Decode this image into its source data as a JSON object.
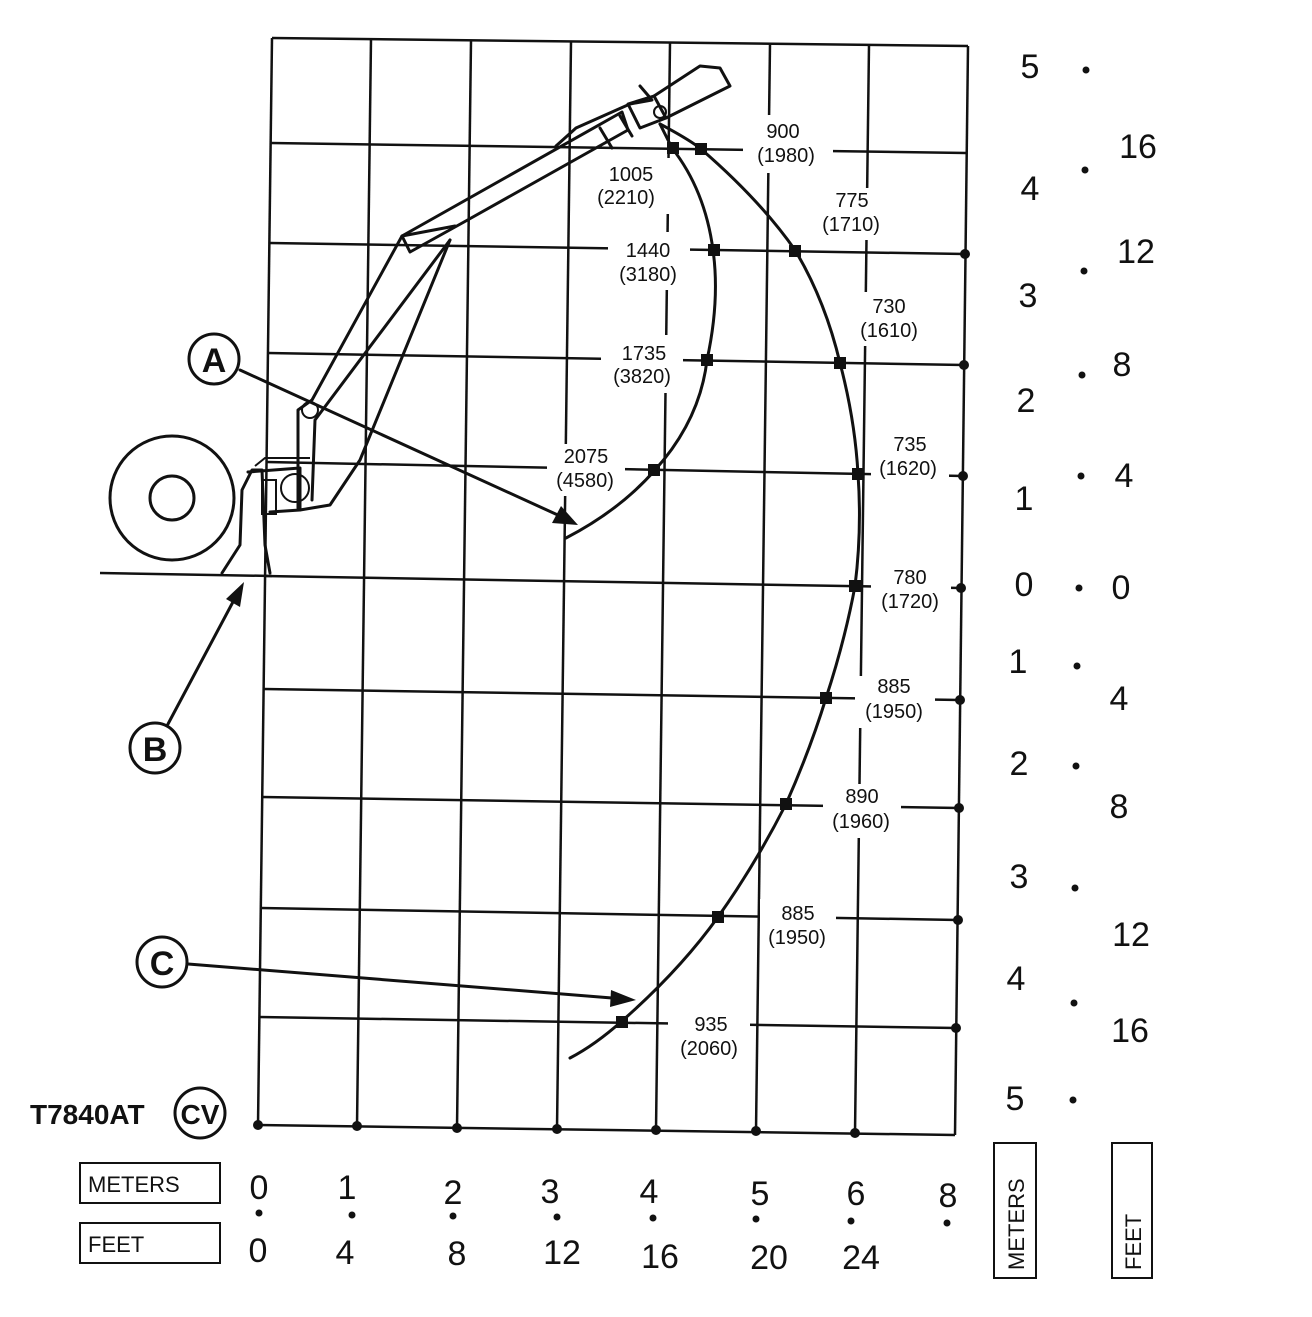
{
  "figure_id": "T7840AT",
  "figure_badge": "CV",
  "callouts": [
    "A",
    "B",
    "C"
  ],
  "axis_units": {
    "bottom_meters_label": "METERS",
    "bottom_feet_label": "FEET",
    "right_meters_label": "METERS",
    "right_feet_label": "FEET"
  },
  "horizontal_axis": {
    "meters": [
      "0",
      "1",
      "2",
      "3",
      "4",
      "5",
      "6",
      "8"
    ],
    "feet": [
      "0",
      "4",
      "8",
      "12",
      "16",
      "20",
      "24"
    ]
  },
  "vertical_axis": {
    "meters": [
      "5",
      "4",
      "3",
      "2",
      "1",
      "0",
      "1",
      "2",
      "3",
      "4",
      "5"
    ],
    "feet": [
      "16",
      "12",
      "8",
      "4",
      "0",
      "4",
      "8",
      "12",
      "16"
    ]
  },
  "inner_arc_labels": [
    {
      "value": "1005",
      "paren": "(2210)"
    },
    {
      "value": "1440",
      "paren": "(3180)"
    },
    {
      "value": "1735",
      "paren": "(3820)"
    },
    {
      "value": "2075",
      "paren": "(4580)"
    }
  ],
  "outer_arc_labels": [
    {
      "value": "900",
      "paren": "(1980)"
    },
    {
      "value": "775",
      "paren": "(1710)"
    },
    {
      "value": "730",
      "paren": "(1610)"
    },
    {
      "value": "735",
      "paren": "(1620)"
    },
    {
      "value": "780",
      "paren": "(1720)"
    },
    {
      "value": "885",
      "paren": "(1950)"
    },
    {
      "value": "890",
      "paren": "(1960)"
    },
    {
      "value": "885",
      "paren": "(1950)"
    },
    {
      "value": "935",
      "paren": "(2060)"
    }
  ]
}
